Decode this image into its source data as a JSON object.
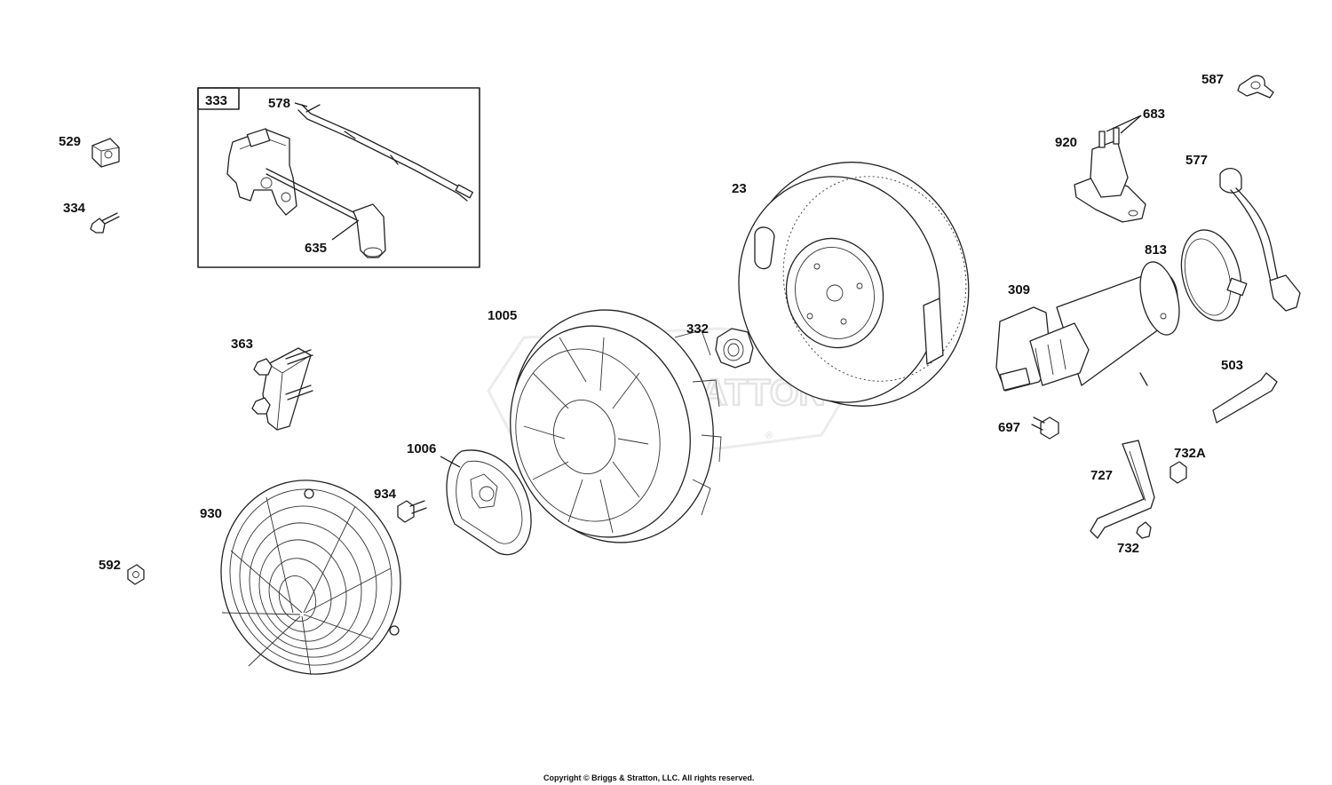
{
  "callouts": {
    "c333": "333",
    "c578": "578",
    "c635": "635",
    "c529": "529",
    "c334": "334",
    "c363": "363",
    "c930": "930",
    "c592": "592",
    "c934": "934",
    "c1006": "1006",
    "c1005": "1005",
    "c332": "332",
    "c23": "23",
    "c587": "587",
    "c683": "683",
    "c920": "920",
    "c577": "577",
    "c813": "813",
    "c309": "309",
    "c503": "503",
    "c697": "697",
    "c732A": "732A",
    "c727": "727",
    "c732": "732"
  },
  "watermark": {
    "text": "STRATTON",
    "registered_mark": "®"
  },
  "footer": {
    "copyright": "Copyright © Briggs & Stratton, LLC. All rights reserved."
  }
}
